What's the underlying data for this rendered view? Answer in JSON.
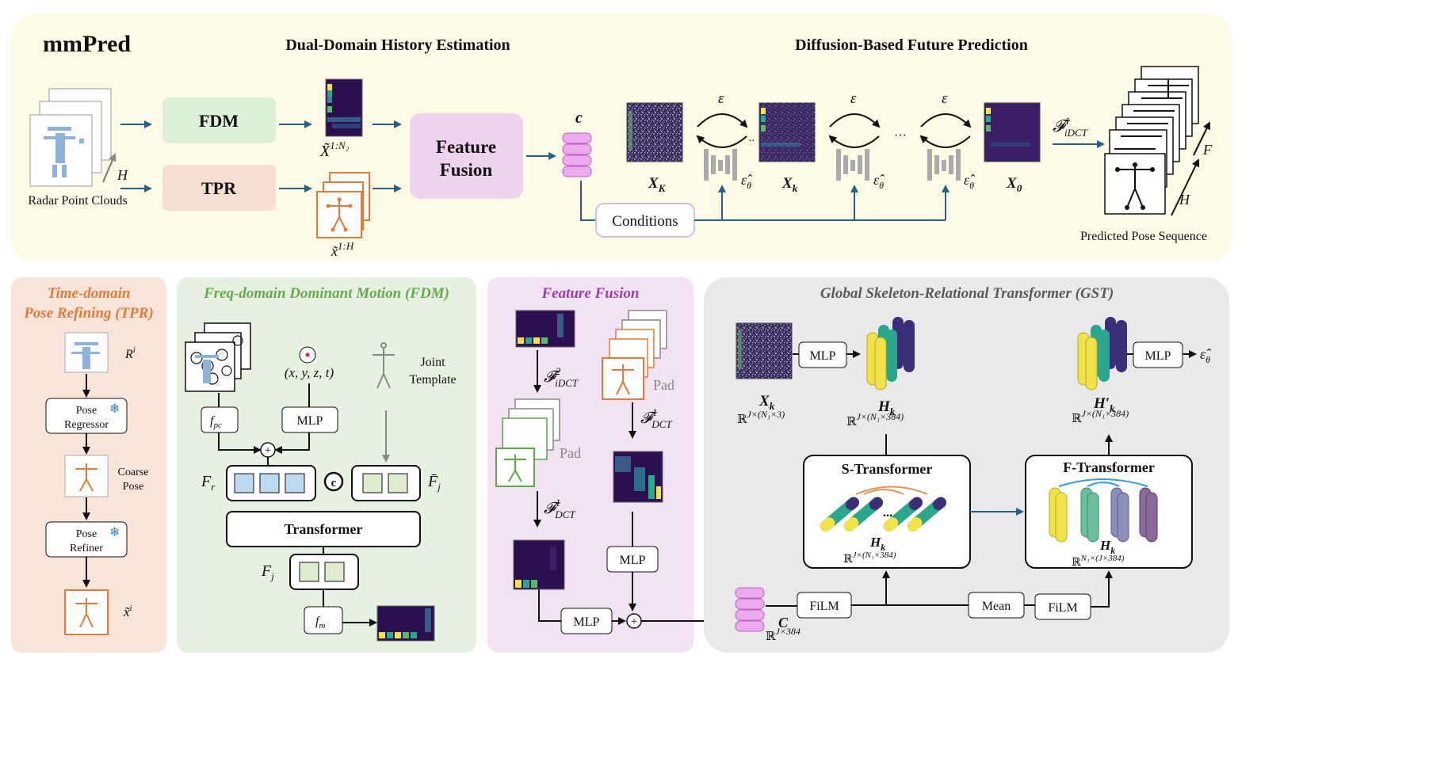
{
  "top": {
    "title": "mmPred",
    "history_title": "Dual-Domain History Estimation",
    "future_title": "Diffusion-Based Future Prediction",
    "radar_label": "Radar Point Clouds",
    "h_label": "H",
    "fdm": "FDM",
    "tpr": "TPR",
    "x_hist": "X̃",
    "x_hist_sup": "1:N₂",
    "x_pose": "x̃",
    "x_pose_sup": "1:H",
    "feature_fusion_1": "Feature",
    "feature_fusion_2": "Fusion",
    "c_label": "c",
    "eps": "ε",
    "eps_hat": "ε̂",
    "eps_hat_sub": "θ",
    "xk_cap": "X",
    "xk_cap_sub": "K",
    "xk_sm": "X",
    "xk_sm_sub": "k",
    "x0": "X",
    "x0_sub": "0",
    "dots": "···",
    "conditions": "Conditions",
    "idct": "𝓕",
    "idct_sup": "1",
    "idct_sub": "iDCT",
    "f_label": "F",
    "predicted": "Predicted Pose Sequence"
  },
  "tpr": {
    "title_1": "Time-domain",
    "title_2": "Pose Refining (TPR)",
    "r_label": "R",
    "r_sup": "i",
    "regressor_1": "Pose",
    "regressor_2": "Regressor",
    "coarse_1": "Coarse",
    "coarse_2": "Pose",
    "refiner_1": "Pose",
    "refiner_2": "Refiner",
    "x_label": "x̃",
    "x_sup": "i"
  },
  "fdm": {
    "title": "Freq-domain Dominant Motion (FDM)",
    "xyzt": "(x, y, z, t)",
    "joint_1": "Joint",
    "joint_2": "Template",
    "fpc": "f",
    "fpc_sub": "pc",
    "mlp": "MLP",
    "plus": "+",
    "fr": "F",
    "fr_sub": "r",
    "concat": "c",
    "fj_bar": "F̄",
    "fj_bar_sub": "j",
    "transformer": "Transformer",
    "fj": "F",
    "fj_sub": "j",
    "fm": "f",
    "fm_sub": "m"
  },
  "fusion": {
    "title": "Feature Fusion",
    "idct": "𝓕",
    "idct_sup": "2",
    "idct_sub": "iDCT",
    "dct_a": "𝓕",
    "dct_a_sup": "1",
    "dct_a_sub": "DCT",
    "dct_b": "𝓕",
    "dct_b_sup": "1",
    "dct_b_sub": "DCT",
    "pad_a": "Pad",
    "pad_b": "Pad",
    "mlp_a": "MLP",
    "mlp_b": "MLP",
    "plus": "+"
  },
  "gst": {
    "title": "Global Skeleton-Relational Transformer (GST)",
    "mlp_in": "MLP",
    "mlp_out": "MLP",
    "eps_hat": "ε̂",
    "eps_hat_sub": "θ",
    "xk": "X",
    "xk_sub": "k",
    "xk_dim": "ℝ",
    "xk_dim_sup": "J×(N₁×3)",
    "hk": "H",
    "hk_sub": "k",
    "hk_dim": "ℝ",
    "hk_dim_sup": "J×(N₁×384)",
    "hkp": "H′",
    "hkp_sub": "k",
    "hkp_dim": "ℝ",
    "hkp_dim_sup": "J×(N₁×384)",
    "s_transformer": "S-Transformer",
    "s_h": "H",
    "s_h_sub": "k",
    "s_dim": "ℝ",
    "s_dim_sup": "J×(N₁×384)",
    "s_dots": "...",
    "f_transformer": "F-Transformer",
    "f_h": "H",
    "f_h_sub": "k",
    "f_dim": "ℝ",
    "f_dim_sup": "N₁×(J×384)",
    "film_a": "FiLM",
    "film_b": "FiLM",
    "mean": "Mean",
    "c": "C",
    "c_dim": "ℝ",
    "c_dim_sup": "J×384"
  },
  "colors": {
    "top_bg": "#fdfbe6",
    "fdm_box": "#dcefd9",
    "tpr_box": "#f7ded2",
    "fusion_box": "#eed3ee",
    "tpr_panel": "#f8e4d8",
    "fdm_panel": "#e6f2e0",
    "fusion_panel": "#f3e2f4",
    "gst_panel": "#e9e9e9",
    "arrow": "#2b5f86",
    "tpr_title": "#e07b39",
    "fdm_title": "#6aa84f",
    "fusion_title": "#9b3fa8",
    "gst_title": "#5a5a5a",
    "pose_orange": "#e07b39",
    "pose_green": "#5aaa46",
    "heat_dark": "#2b0f4e",
    "heat_yellow": "#f2e34b",
    "heat_teal": "#2aa78c"
  }
}
